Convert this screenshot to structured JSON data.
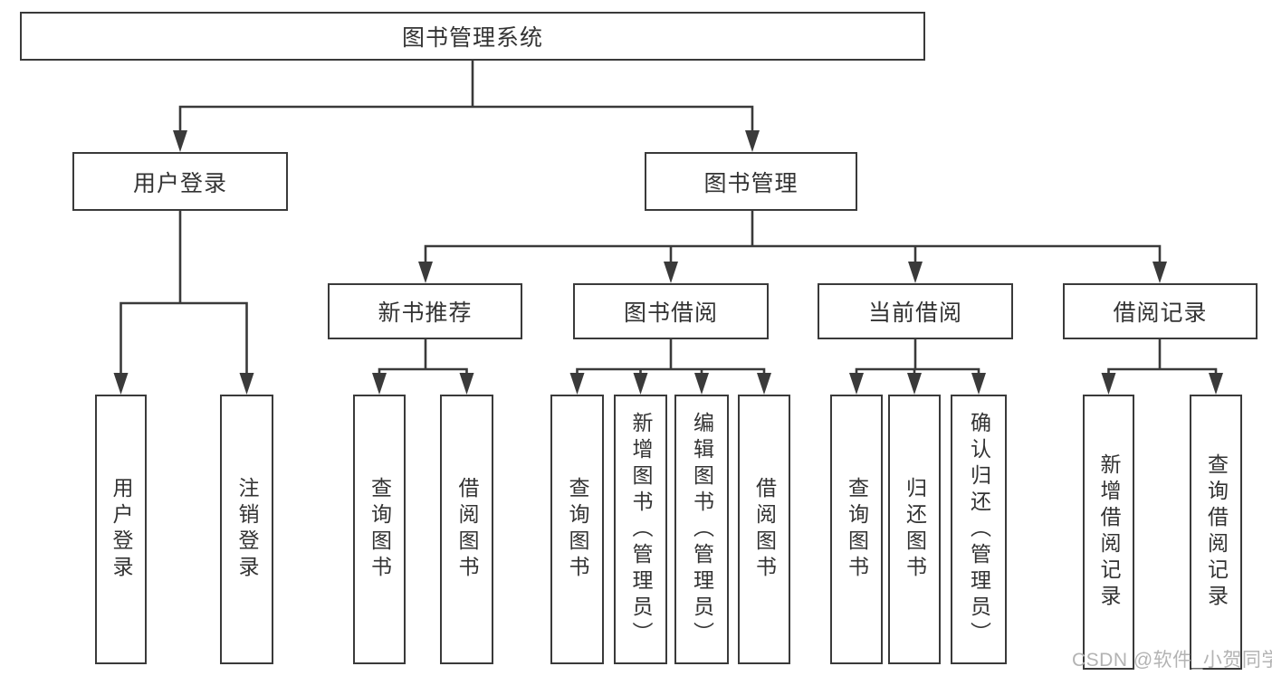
{
  "diagram": {
    "background_color": "#ffffff",
    "line_color": "#3a3a3a",
    "text_color": "#333333",
    "tree": {
      "label": "图书管理系统",
      "children": [
        {
          "label": "用户登录",
          "children": [
            {
              "label": "用户登录"
            },
            {
              "label": "注销登录"
            }
          ]
        },
        {
          "label": "图书管理",
          "children": [
            {
              "label": "新书推荐",
              "children": [
                {
                  "label": "查询图书"
                },
                {
                  "label": "借阅图书"
                }
              ]
            },
            {
              "label": "图书借阅",
              "children": [
                {
                  "label": "查询图书"
                },
                {
                  "label": "新增图书（管理员）"
                },
                {
                  "label": "编辑图书（管理员）"
                },
                {
                  "label": "借阅图书"
                }
              ]
            },
            {
              "label": "当前借阅",
              "children": [
                {
                  "label": "查询图书"
                },
                {
                  "label": "归还图书"
                },
                {
                  "label": "确认归还（管理员）"
                }
              ]
            },
            {
              "label": "借阅记录",
              "children": [
                {
                  "label": "新增借阅记录"
                },
                {
                  "label": "查询借阅记录"
                }
              ]
            }
          ]
        }
      ]
    },
    "watermark": {
      "text": "CSDN @软件_小贺同学",
      "color": "#b3b3b3"
    }
  }
}
